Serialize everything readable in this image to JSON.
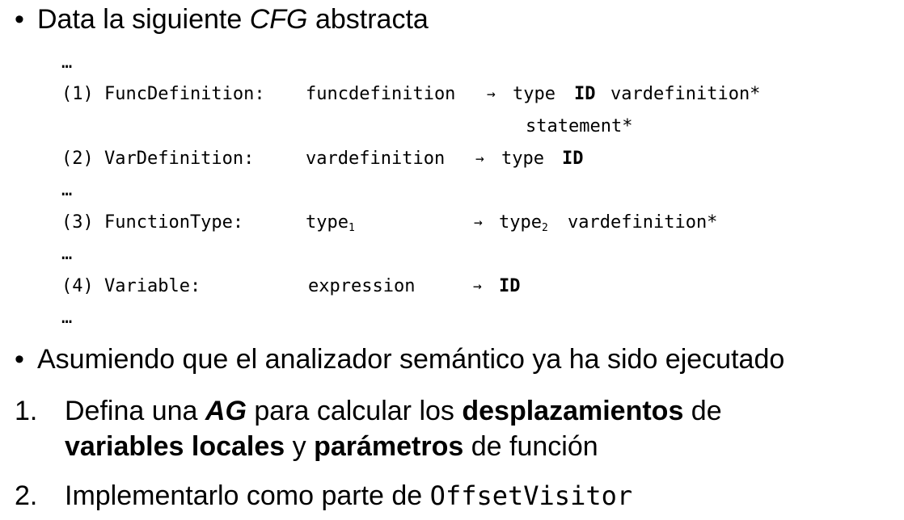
{
  "bullet1": {
    "prefix": "Data la siguiente ",
    "em": "CFG",
    "suffix": " abstracta"
  },
  "code": {
    "ellipsis_top": "…",
    "rule1": {
      "label": "(1) FuncDefinition:",
      "lhs": "funcdefinition",
      "arrow": "→",
      "type": "type",
      "id": "ID",
      "rest": "vardefinition*",
      "continuation": "statement*"
    },
    "rule2": {
      "label": "(2) VarDefinition:",
      "lhs": "vardefinition",
      "arrow": "→",
      "type": "type",
      "id": "ID"
    },
    "ellipsis_2": "…",
    "rule3": {
      "label": "(3) FunctionType:",
      "lhs": "type",
      "lhs_sub": "1",
      "arrow": "→",
      "rhs": "type",
      "rhs_sub": "2",
      "rest": "vardefinition*"
    },
    "ellipsis_3": "…",
    "rule4": {
      "label": "(4) Variable:",
      "lhs": "expression",
      "arrow": "→",
      "id": "ID"
    },
    "ellipsis_4": "…"
  },
  "bullet2": {
    "text": "Asumiendo que el analizador semántico ya ha sido ejecutado"
  },
  "item1": {
    "number": "1.",
    "t1": "Defina una ",
    "ag": "AG",
    "t2": " para calcular los ",
    "b1": "desplazamientos",
    "t3": " de",
    "b2": "variables locales",
    "t4": " y ",
    "b3": "parámetros",
    "t5": " de función"
  },
  "item2": {
    "number": "2.",
    "text": "Implementarlo como parte de ",
    "code": "OffsetVisitor"
  }
}
